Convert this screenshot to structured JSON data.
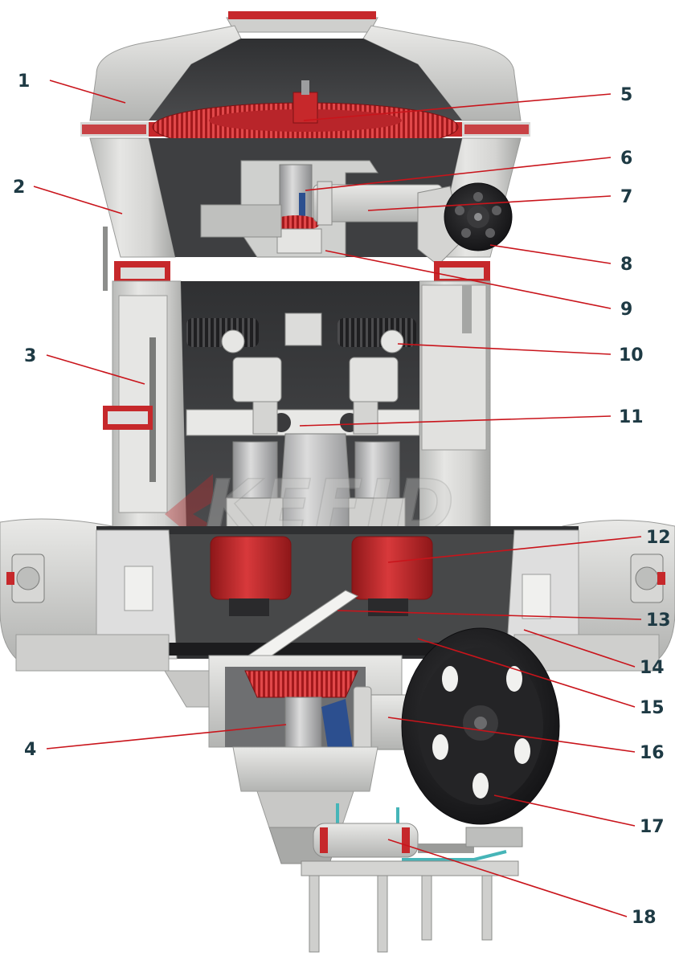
{
  "watermark": {
    "text": "KEFID"
  },
  "colors": {
    "shell": "#d8d8d6",
    "shell_shadow": "#a9aaa8",
    "interior": "#3b3b3d",
    "accent_red": "#c6282b",
    "roller_dark": "#2a2a2c",
    "pulley": "#1f1f21",
    "leader": "#c9141b",
    "label": "#1e3a44",
    "blue_part": "#2c4f8f",
    "pipe_teal": "#46b5b8"
  },
  "parts": [
    {
      "id": "1",
      "label": "1"
    },
    {
      "id": "2",
      "label": "2"
    },
    {
      "id": "3",
      "label": "3"
    },
    {
      "id": "4",
      "label": "4"
    },
    {
      "id": "5",
      "label": "5"
    },
    {
      "id": "6",
      "label": "6"
    },
    {
      "id": "7",
      "label": "7"
    },
    {
      "id": "8",
      "label": "8"
    },
    {
      "id": "9",
      "label": "9"
    },
    {
      "id": "10",
      "label": "10"
    },
    {
      "id": "11",
      "label": "11"
    },
    {
      "id": "12",
      "label": "12"
    },
    {
      "id": "13",
      "label": "13"
    },
    {
      "id": "14",
      "label": "14"
    },
    {
      "id": "15",
      "label": "15"
    },
    {
      "id": "16",
      "label": "16"
    },
    {
      "id": "17",
      "label": "17"
    },
    {
      "id": "18",
      "label": "18"
    }
  ]
}
